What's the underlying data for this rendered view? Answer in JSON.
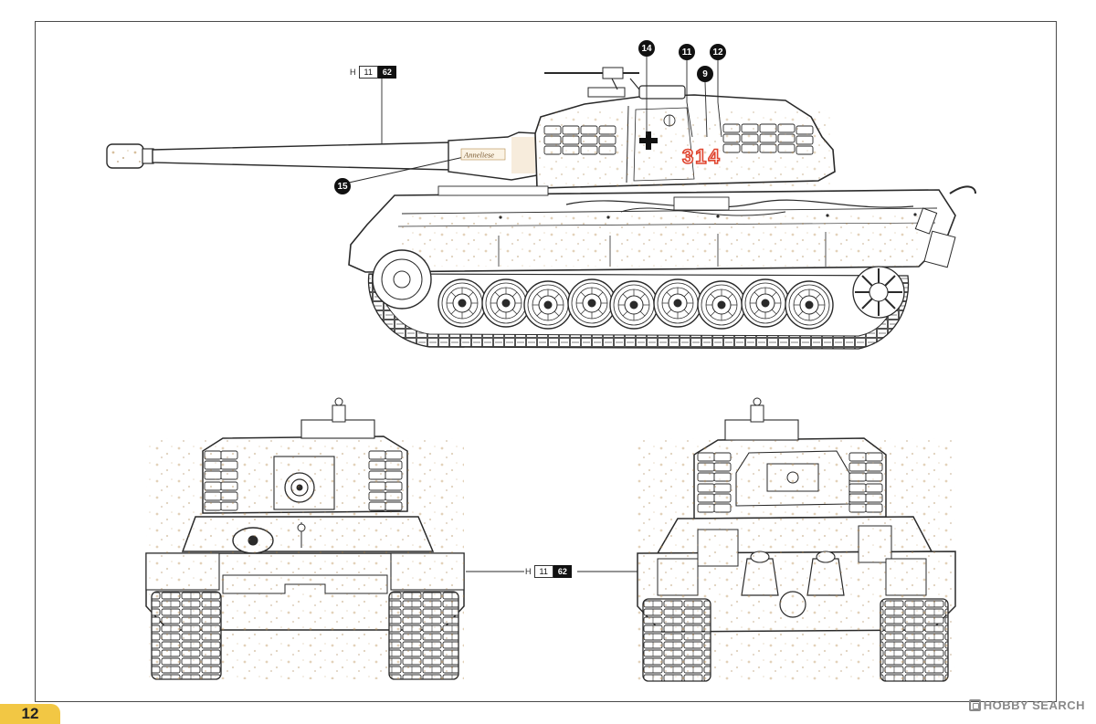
{
  "page": {
    "number": "12"
  },
  "paint_code": {
    "prefix": "H",
    "code": "11",
    "highlight": "62"
  },
  "callouts": [
    "14",
    "11",
    "12",
    "9",
    "15"
  ],
  "markings": {
    "turret_number": "314",
    "barrel_name": "Anneliese"
  },
  "watermark": {
    "text": "HOBBY SEARCH"
  },
  "colors": {
    "line": "#2a2a2a",
    "number_red": "#e0452f",
    "weathering": "#b58a4c",
    "page_tab": "#f2c744"
  }
}
